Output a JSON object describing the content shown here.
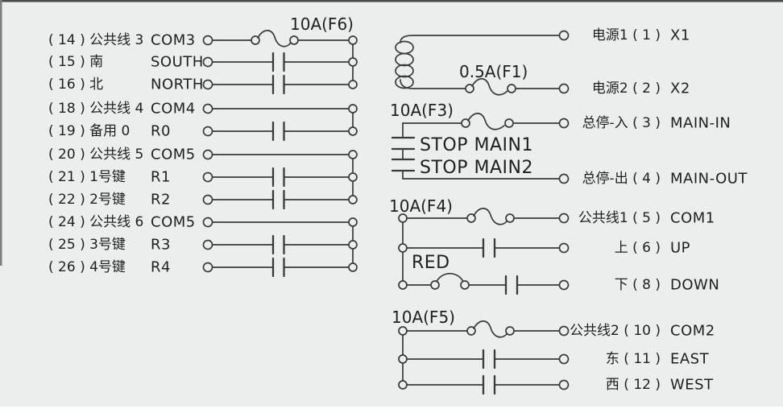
{
  "colors": {
    "background": "#eceded",
    "line": "#3a3a3a",
    "text": "#1f1f1f",
    "frame_top": "#4a4a4a"
  },
  "left_rows": [
    {
      "zh": "( 14 ) 公共线 3",
      "en": "COM3"
    },
    {
      "zh": "( 15 ) 南",
      "en": "SOUTH"
    },
    {
      "zh": "( 16 ) 北",
      "en": "NORTH"
    },
    {
      "zh": "( 18 ) 公共线 4",
      "en": "COM4"
    },
    {
      "zh": "( 19 ) 备用 0",
      "en": "R0"
    },
    {
      "zh": "( 20 ) 公共线 5",
      "en": "COM5"
    },
    {
      "zh": "( 21 ) 1号键",
      "en": "R1"
    },
    {
      "zh": "( 22 ) 2号键",
      "en": "R2"
    },
    {
      "zh": "( 24 ) 公共线 6",
      "en": "COM5"
    },
    {
      "zh": "( 25 ) 3号键",
      "en": "R3"
    },
    {
      "zh": "( 26 ) 4号键",
      "en": "R4"
    }
  ],
  "right_rows": [
    {
      "zh": "电源1 ( 1 )",
      "en": "X1"
    },
    {
      "zh": "电源2 ( 2 )",
      "en": "X2"
    },
    {
      "zh": "总停-入 ( 3 )",
      "en": "MAIN-IN"
    },
    {
      "zh": "总停-出 ( 4 )",
      "en": "MAIN-OUT"
    },
    {
      "zh": "公共线1 ( 5 )",
      "en": "COM1"
    },
    {
      "zh": "上 ( 6 )",
      "en": "UP"
    },
    {
      "zh": "下 ( 8 )",
      "en": "DOWN"
    },
    {
      "zh": "公共线2 ( 10 )",
      "en": "COM2"
    },
    {
      "zh": "东 ( 11 )",
      "en": "EAST"
    },
    {
      "zh": "西 ( 12 )",
      "en": "WEST"
    }
  ],
  "fuses": {
    "f6": "10A(F6)",
    "f1": "0.5A(F1)",
    "f3": "10A(F3)",
    "f4": "10A(F4)",
    "f5": "10A(F5)"
  },
  "annotations": {
    "stop_main1": "STOP MAIN1",
    "stop_main2": "STOP MAIN2",
    "red": "RED"
  }
}
